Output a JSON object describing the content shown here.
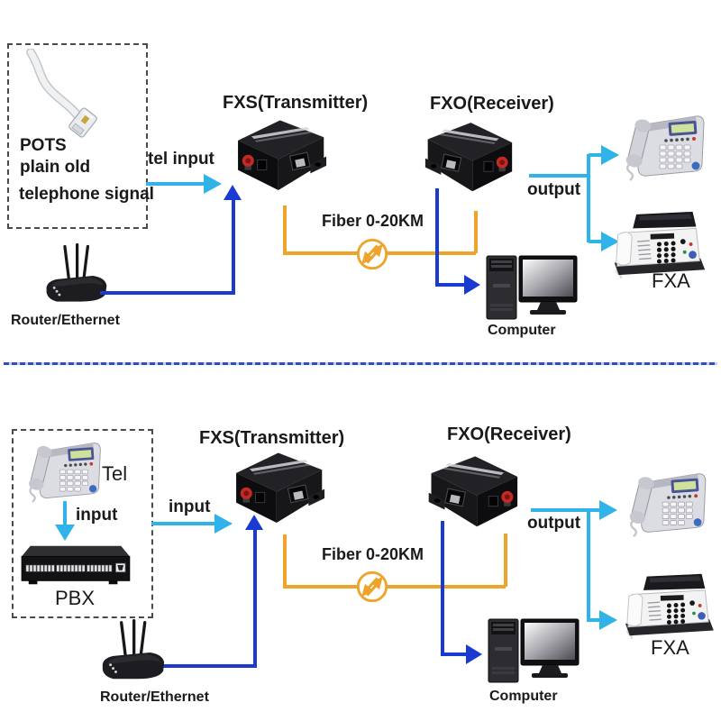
{
  "colors": {
    "cyan_arrow": "#2fb3e8",
    "blue_line": "#1b3ad2",
    "fiber_orange": "#eea32b",
    "divider_blue": "#2f4fbe",
    "text": "#1a1a1a",
    "device_black": "#141417"
  },
  "icons": {
    "fiber_link": "orange-circle-with-bidirectional-lightning-arrows"
  },
  "top_diagram": {
    "pots": {
      "line1": "POTS",
      "line2": "plain old",
      "line3": "telephone signal"
    },
    "tel_input_label": "tel input",
    "fxs_label": "FXS(Transmitter)",
    "fxo_label": "FXO(Receiver)",
    "fiber_label": "Fiber 0-20KM",
    "output_label": "output",
    "router_label": "Router/Ethernet",
    "computer_label": "Computer",
    "fax_label": "FXA"
  },
  "bottom_diagram": {
    "tel_label": "Tel",
    "input_down_label": "input",
    "pbx_label": "PBX",
    "input_label": "input",
    "fxs_label": "FXS(Transmitter)",
    "fxo_label": "FXO(Receiver)",
    "fiber_label": "Fiber 0-20KM",
    "output_label": "output",
    "router_label": "Router/Ethernet",
    "computer_label": "Computer",
    "fax_label": "FXA"
  }
}
